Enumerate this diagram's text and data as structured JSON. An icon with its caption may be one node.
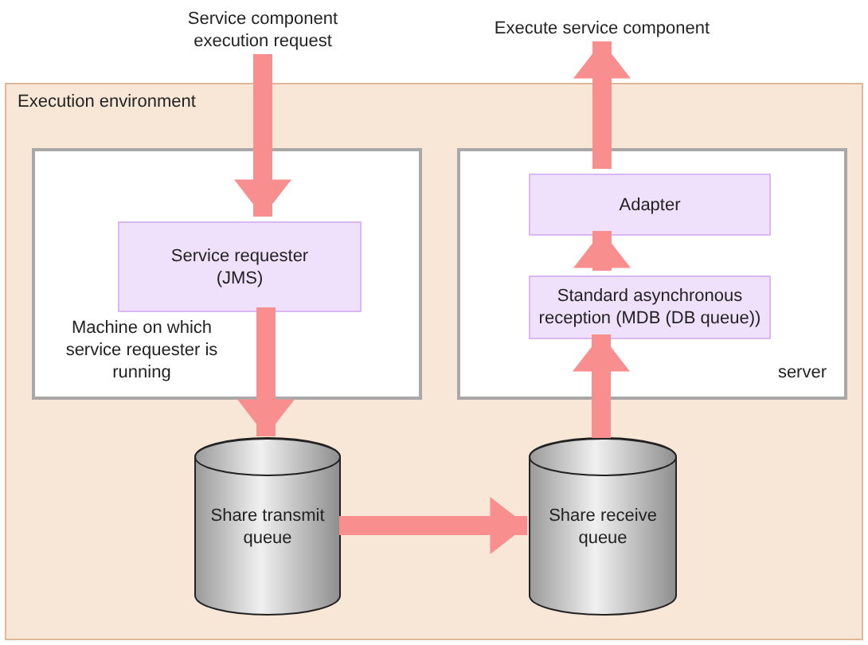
{
  "diagram": {
    "nodes": [
      {
        "text": [
          "Execution environment"
        ]
      },
      {
        "text": [
          "Machine on which service requester is running"
        ],
        "in": 0
      },
      {
        "text": [
          "server"
        ],
        "in": 0
      },
      {
        "text": [
          "Service requester (JMS)"
        ],
        "in": 1
      },
      {
        "text": [
          "Adapter"
        ],
        "in": 2
      },
      {
        "text": [
          "Standard asynchronous reception (MDB (DB queue))"
        ],
        "in": 2
      },
      {
        "text": [
          "Share transmit queue"
        ],
        "in": 0
      },
      {
        "text": [
          "Share receive queue"
        ],
        "in": 0
      },
      {
        "text": [
          "Service component execution request"
        ]
      },
      {
        "text": [
          "Execute service component"
        ]
      }
    ],
    "edges": [
      {
        "from": 8,
        "to": 3,
        "arrow": "to"
      },
      {
        "from": 3,
        "to": 6,
        "arrow": "to"
      },
      {
        "from": 6,
        "to": 7,
        "arrow": "to"
      },
      {
        "from": 7,
        "to": 5,
        "arrow": "to"
      },
      {
        "from": 5,
        "to": 4,
        "arrow": "to"
      },
      {
        "from": 4,
        "to": 9,
        "arrow": "to"
      }
    ]
  }
}
